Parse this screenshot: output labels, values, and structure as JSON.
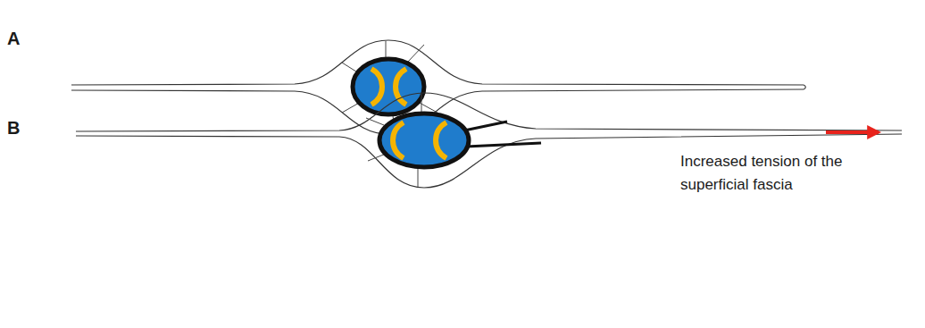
{
  "diagram": {
    "labels": [
      "A",
      "B",
      "Increased tension of the superficial fascia"
    ]
  }
}
